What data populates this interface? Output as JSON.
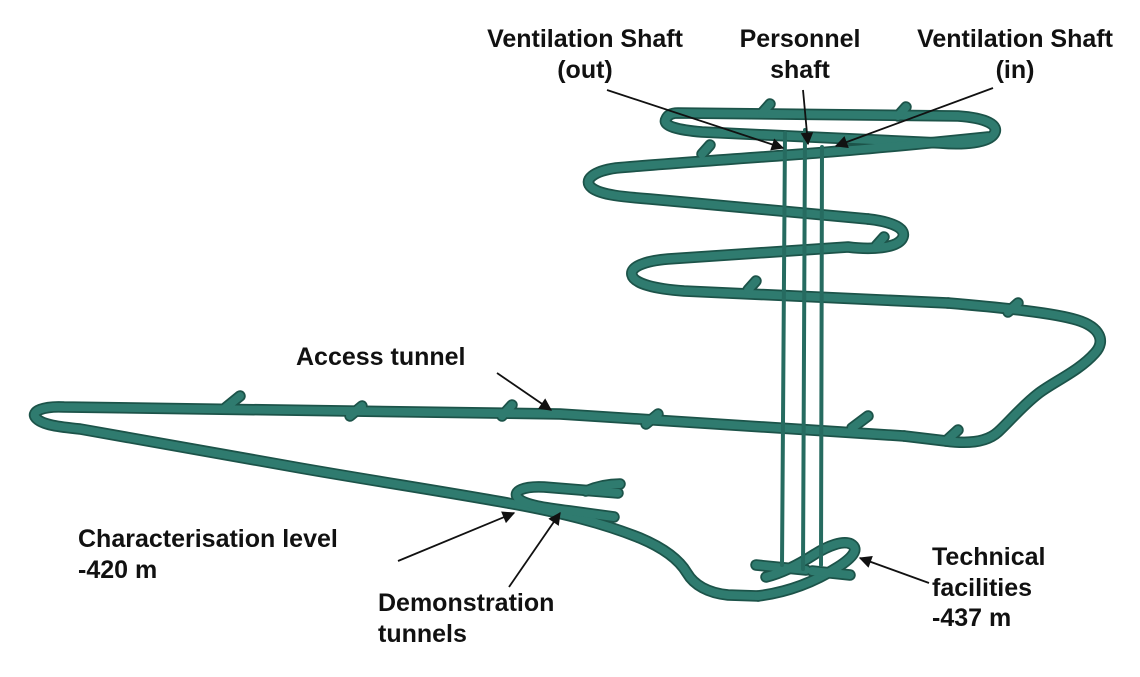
{
  "figure": {
    "background": "#ffffff",
    "tunnel_color": "#2f7b6f",
    "tunnel_outline": "#1c5349",
    "shaft_color": "#266b60",
    "arrow_color": "#111111",
    "label_color": "#111111"
  },
  "labels": {
    "vent_out": {
      "line1": "Ventilation Shaft",
      "line2": "(out)"
    },
    "personnel": {
      "line1": "Personnel",
      "line2": "shaft"
    },
    "vent_in": {
      "line1": "Ventilation Shaft",
      "line2": "(in)"
    },
    "access_tunnel": {
      "text": "Access tunnel"
    },
    "characterisation": {
      "line1": "Characterisation level",
      "line2": "-420 m"
    },
    "demonstration": {
      "line1": "Demonstration",
      "line2": "tunnels"
    },
    "technical": {
      "line1": "Technical",
      "line2": "facilities",
      "line3": "-437 m"
    }
  }
}
